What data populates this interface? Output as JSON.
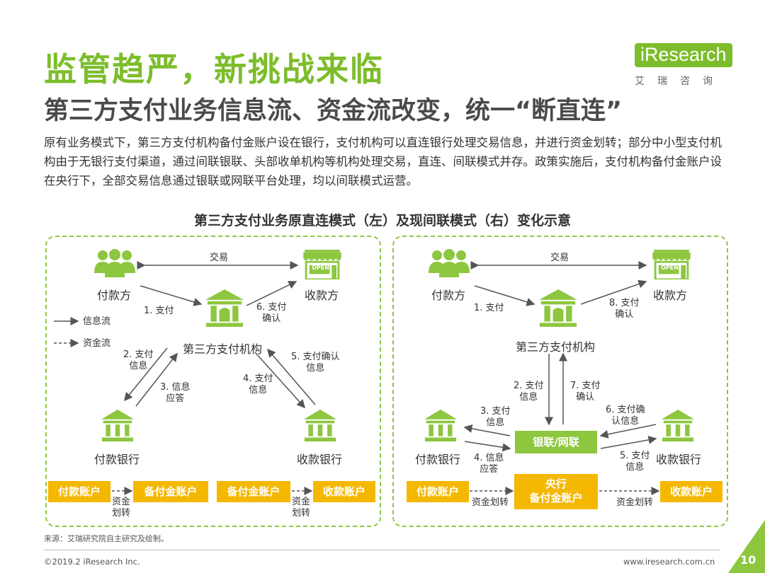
{
  "header": {
    "title": "监管趋严，新挑战来临",
    "subtitle": "第三方支付业务信息流、资金流改变，统一“断直连”",
    "description": "原有业务模式下，第三方支付机构备付金账户设在银行，支付机构可以直连银行处理交易信息，并进行资金划转；部分中小型支付机构由于无银行支付渠道，通过间联银联、头部收单机构等机构处理交易，直连、间联模式并存。政策实施后，支付机构备付金账户设在央行下，全部交易信息通过银联或网联平台处理，均以间联模式运营。"
  },
  "brand": {
    "name": "iResearch",
    "cn": "艾瑞咨询"
  },
  "diagram_title": "第三方支付业务原直连模式（左）及现间联模式（右）变化示意",
  "legend": {
    "info_flow": "信息流",
    "fund_flow": "资金流"
  },
  "left": {
    "trade": "交易",
    "payer": "付款方",
    "payee": "收款方",
    "open_sign": "OPEN",
    "institution": "第三方支付机构",
    "payer_bank": "付款银行",
    "payee_bank": "收款银行",
    "step1": "1. 支付",
    "step2a": "2. 支付",
    "step2b": "信息",
    "step3a": "3. 信息",
    "step3b": "应答",
    "step4a": "4. 支付",
    "step4b": "信息",
    "step5a": "5. 支付确认",
    "step5b": "信息",
    "step6a": "6. 支付",
    "step6b": "确认",
    "acct_payer": "付款账户",
    "acct_reserve1": "备付金账户",
    "acct_reserve2": "备付金账户",
    "acct_payee": "收款账户",
    "transfer_a": "资金",
    "transfer_b": "划转"
  },
  "right": {
    "trade": "交易",
    "payer": "付款方",
    "payee": "收款方",
    "open_sign": "OPEN",
    "institution": "第三方支付机构",
    "payer_bank": "付款银行",
    "payee_bank": "收款银行",
    "clearing": "银联/网联",
    "step1": "1. 支付",
    "step2a": "2. 支付",
    "step2b": "信息",
    "step3a": "3. 支付",
    "step3b": "信息",
    "step4a": "4. 信息",
    "step4b": "应答",
    "step5a": "5. 支付",
    "step5b": "信息",
    "step6a": "6. 支付确",
    "step6b": "认信息",
    "step7a": "7. 支付",
    "step7b": "确认",
    "step8a": "8. 支付",
    "step8b": "确认",
    "acct_payer": "付款账户",
    "central_a": "央行",
    "central_b": "备付金账户",
    "acct_payee": "收款账户",
    "transfer": "资金划转"
  },
  "footer": {
    "source": "来源：艾瑞研究院自主研究及绘制。",
    "copyright": "©2019.2 iResearch Inc.",
    "site": "www.iresearch.com.cn",
    "page": "10"
  },
  "colors": {
    "green": "#8dc63f",
    "title_green": "#7dbd2b",
    "yellow": "#f5b800",
    "arrow": "#555555"
  }
}
